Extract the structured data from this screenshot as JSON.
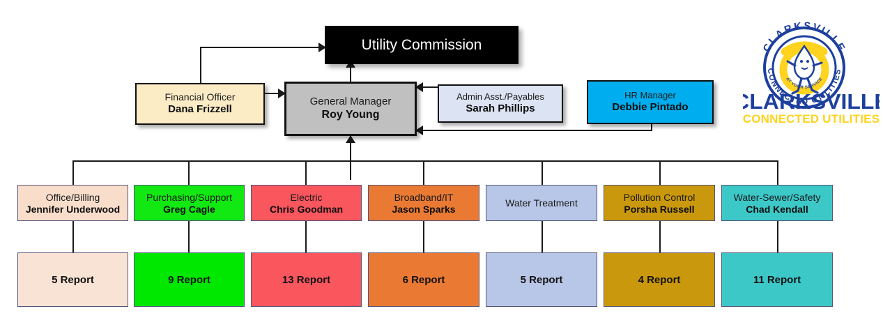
{
  "org": {
    "top": {
      "title": "Utility Commission"
    },
    "executives": [
      {
        "id": "financial-officer",
        "title": "Financial Officer",
        "person": "Dana Frizzell",
        "color": "#fcecc6"
      },
      {
        "id": "general-manager",
        "title": "General Manager",
        "person": "Roy Young",
        "color": "#c0c0c0"
      },
      {
        "id": "admin-asst",
        "title": "Admin Asst./Payables",
        "person": "Sarah Phillips",
        "color": "#dce3f2"
      },
      {
        "id": "hr-manager",
        "title": "HR Manager",
        "person": "Debbie Pintado",
        "color": "#00aeef"
      }
    ],
    "departments": [
      {
        "id": "office-billing",
        "title": "Office/Billing",
        "person": "Jennifer Underwood",
        "reports": "5 Report",
        "head_color": "#f9ddcb",
        "count_color": "#f9e3d4"
      },
      {
        "id": "purchasing-support",
        "title": "Purchasing/Support",
        "person": "Greg Cagle",
        "reports": "9 Report",
        "head_color": "#12e812",
        "count_color": "#00e800"
      },
      {
        "id": "electric",
        "title": "Electric",
        "person": "Chris Goodman",
        "reports": "13 Report",
        "head_color": "#f9565e",
        "count_color": "#f9565e"
      },
      {
        "id": "broadband-it",
        "title": "Broadband/IT",
        "person": "Jason Sparks",
        "reports": "6 Report",
        "head_color": "#ea7a33",
        "count_color": "#ea7a33"
      },
      {
        "id": "water-treatment",
        "title": "Water Treatment",
        "person": "",
        "reports": "5 Report",
        "head_color": "#b8c7e8",
        "count_color": "#b8c7e8"
      },
      {
        "id": "pollution-control",
        "title": "Pollution Control",
        "person": "Porsha Russell",
        "reports": "4 Report",
        "head_color": "#ca980d",
        "count_color": "#ca980d"
      },
      {
        "id": "water-sewer-safety",
        "title": "Water-Sewer/Safety",
        "person": "Chad Kendall",
        "reports": "11 Report",
        "head_color": "#3dc8c8",
        "count_color": "#3dc8c8"
      }
    ]
  },
  "logo": {
    "seal_top_text": "CLARKSVILLE",
    "seal_bottom_text": "CONNECTED UTILITIES",
    "seal_inner_text": "AT YOUR SERVICE",
    "wordmark_line1": "CLARKSVILLE",
    "wordmark_line2": "CONNECTED UTILITIES",
    "blue": "#1d3f9e",
    "yellow": "#ffd31e"
  }
}
